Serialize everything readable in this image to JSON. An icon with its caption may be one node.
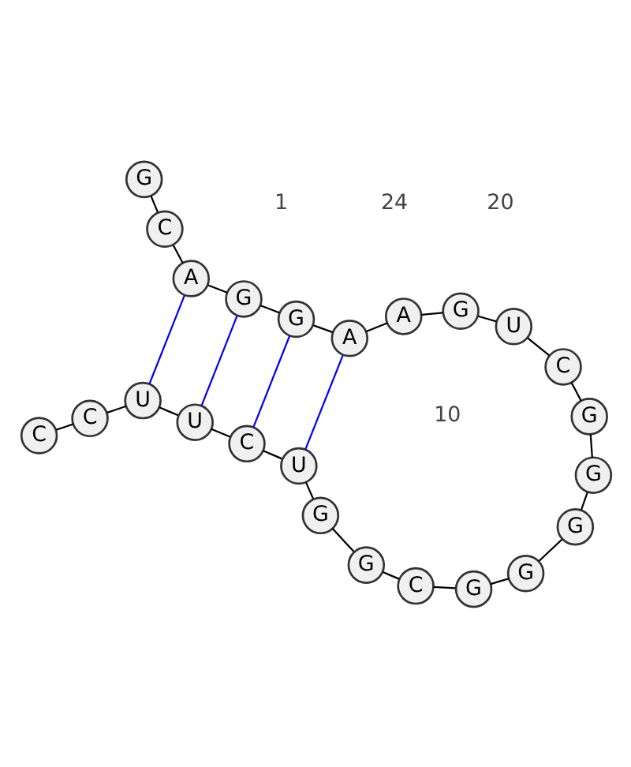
{
  "diagram": {
    "nodes": [
      {
        "text": [
          "C"
        ]
      },
      {
        "text": [
          "C"
        ]
      },
      {
        "text": [
          "U"
        ]
      },
      {
        "text": [
          "U"
        ]
      },
      {
        "text": [
          "C"
        ]
      },
      {
        "text": [
          "U"
        ]
      },
      {
        "text": [
          "G"
        ]
      },
      {
        "text": [
          "G"
        ]
      },
      {
        "text": [
          "C"
        ]
      },
      {
        "text": [
          "G"
        ]
      },
      {
        "text": [
          "G"
        ]
      },
      {
        "text": [
          "G"
        ]
      },
      {
        "text": [
          "G"
        ]
      },
      {
        "text": [
          "G"
        ]
      },
      {
        "text": [
          "C"
        ]
      },
      {
        "text": [
          "U"
        ]
      },
      {
        "text": [
          "G"
        ]
      },
      {
        "text": [
          "A"
        ]
      },
      {
        "text": [
          "A"
        ]
      },
      {
        "text": [
          "G"
        ]
      },
      {
        "text": [
          "G"
        ]
      },
      {
        "text": [
          "A"
        ]
      },
      {
        "text": [
          "C"
        ]
      },
      {
        "text": [
          "G"
        ]
      }
    ],
    "edges": [
      {
        "from": 0,
        "to": 1,
        "arrow": "none"
      },
      {
        "from": 1,
        "to": 2,
        "arrow": "none"
      },
      {
        "from": 2,
        "to": 3,
        "arrow": "none"
      },
      {
        "from": 3,
        "to": 4,
        "arrow": "none"
      },
      {
        "from": 4,
        "to": 5,
        "arrow": "none"
      },
      {
        "from": 5,
        "to": 6,
        "arrow": "none"
      },
      {
        "from": 6,
        "to": 7,
        "arrow": "none"
      },
      {
        "from": 7,
        "to": 8,
        "arrow": "none"
      },
      {
        "from": 8,
        "to": 9,
        "arrow": "none"
      },
      {
        "from": 9,
        "to": 10,
        "arrow": "none"
      },
      {
        "from": 10,
        "to": 11,
        "arrow": "none"
      },
      {
        "from": 11,
        "to": 12,
        "arrow": "none"
      },
      {
        "from": 12,
        "to": 13,
        "arrow": "none"
      },
      {
        "from": 13,
        "to": 14,
        "arrow": "none"
      },
      {
        "from": 14,
        "to": 15,
        "arrow": "none"
      },
      {
        "from": 15,
        "to": 16,
        "arrow": "none"
      },
      {
        "from": 16,
        "to": 17,
        "arrow": "none"
      },
      {
        "from": 17,
        "to": 18,
        "arrow": "none"
      },
      {
        "from": 18,
        "to": 19,
        "arrow": "none"
      },
      {
        "from": 19,
        "to": 20,
        "arrow": "none"
      },
      {
        "from": 20,
        "to": 21,
        "arrow": "none"
      },
      {
        "from": 21,
        "to": 22,
        "arrow": "none"
      },
      {
        "from": 22,
        "to": 23,
        "arrow": "none"
      },
      {
        "from": 5,
        "to": 18,
        "arrow": "none",
        "color": "#0000ff"
      },
      {
        "from": 4,
        "to": 19,
        "arrow": "none",
        "color": "#0000ff"
      },
      {
        "from": 3,
        "to": 20,
        "arrow": "none",
        "color": "#0000ff"
      },
      {
        "from": 2,
        "to": 21,
        "arrow": "none",
        "color": "#0000ff"
      }
    ],
    "labels": [
      "10",
      "20",
      "1",
      "24"
    ]
  }
}
